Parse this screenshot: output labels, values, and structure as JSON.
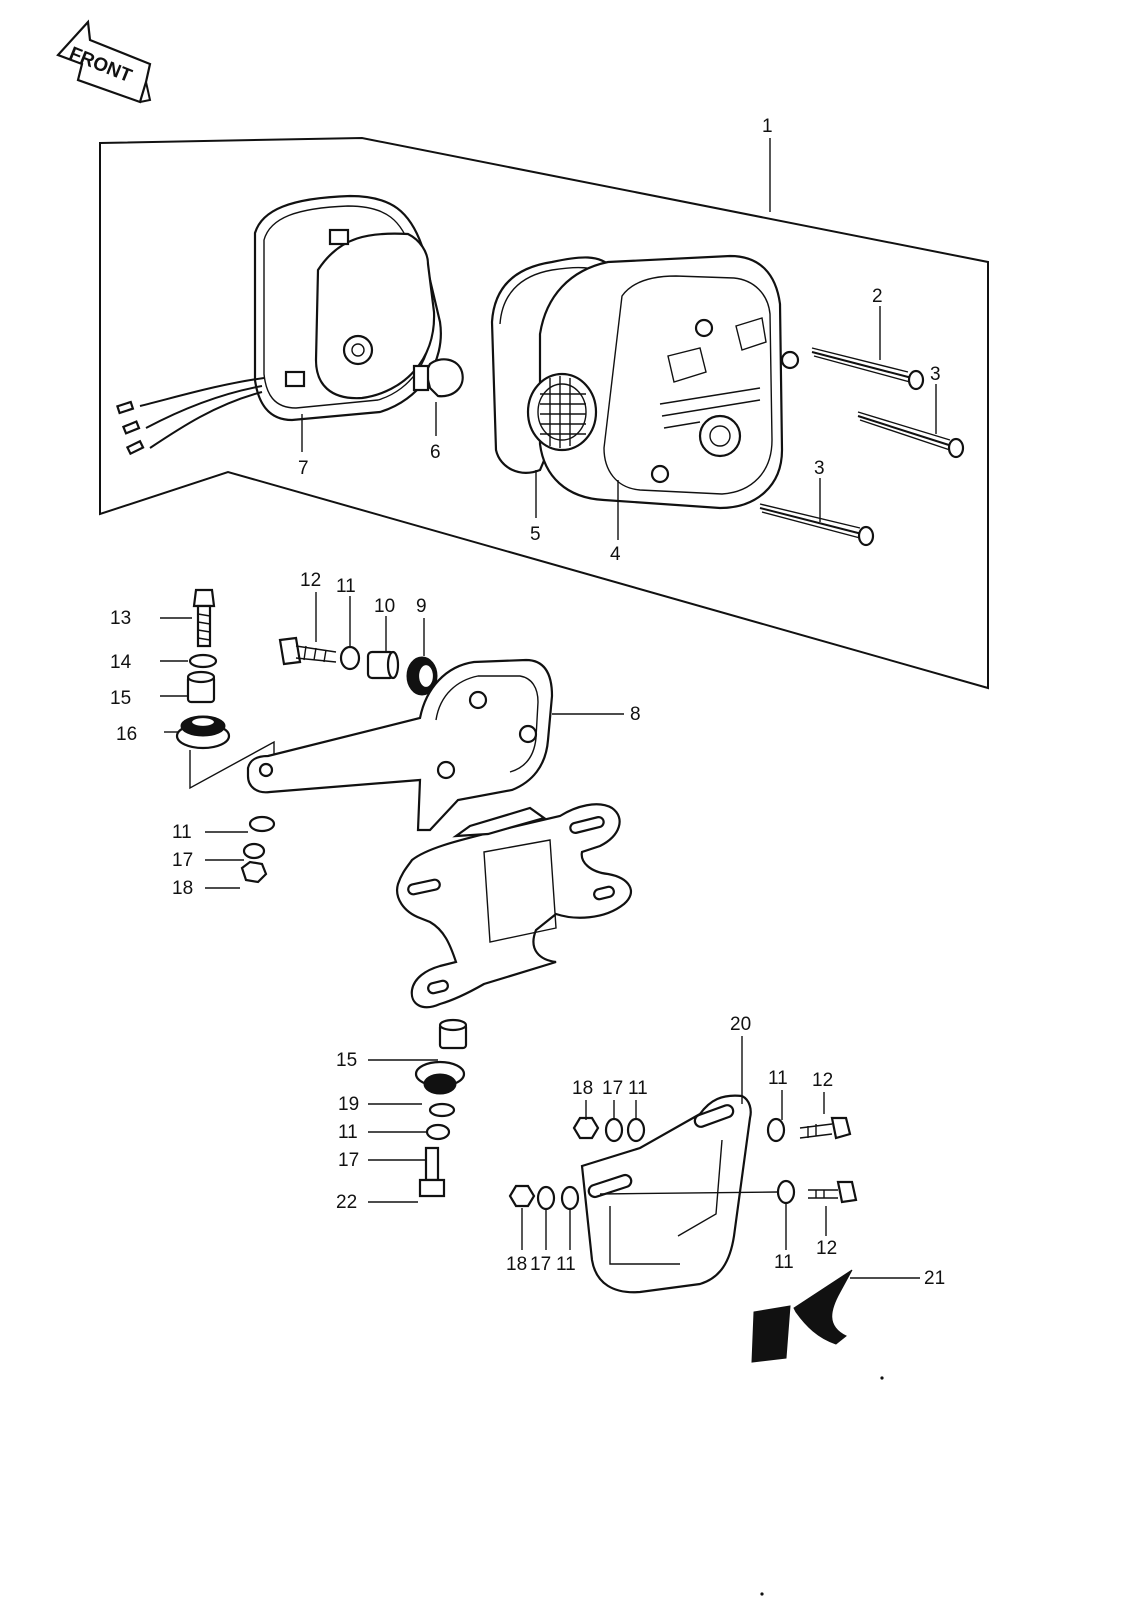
{
  "front_label": "FRONT",
  "callouts": {
    "c1": "1",
    "c2": "2",
    "c3a": "3",
    "c3b": "3",
    "c4": "4",
    "c5": "5",
    "c6": "6",
    "c7": "7",
    "c8": "8",
    "c9": "9",
    "c10": "10",
    "c11a": "11",
    "c12a": "12",
    "c13": "13",
    "c14": "14",
    "c15a": "15",
    "c16": "16",
    "c11b": "11",
    "c17a": "17",
    "c18a": "18",
    "c15b": "15",
    "c19": "19",
    "c11c": "11",
    "c17b": "17",
    "c22": "22",
    "c20": "20",
    "c18b": "18",
    "c17c": "17",
    "c11d": "11",
    "c11e": "11",
    "c12b": "12",
    "c18c": "18",
    "c17d": "17",
    "c11f": "11",
    "c11g": "11",
    "c12c": "12",
    "c21": "21"
  },
  "colors": {
    "ink": "#111111",
    "paper": "#ffffff"
  }
}
